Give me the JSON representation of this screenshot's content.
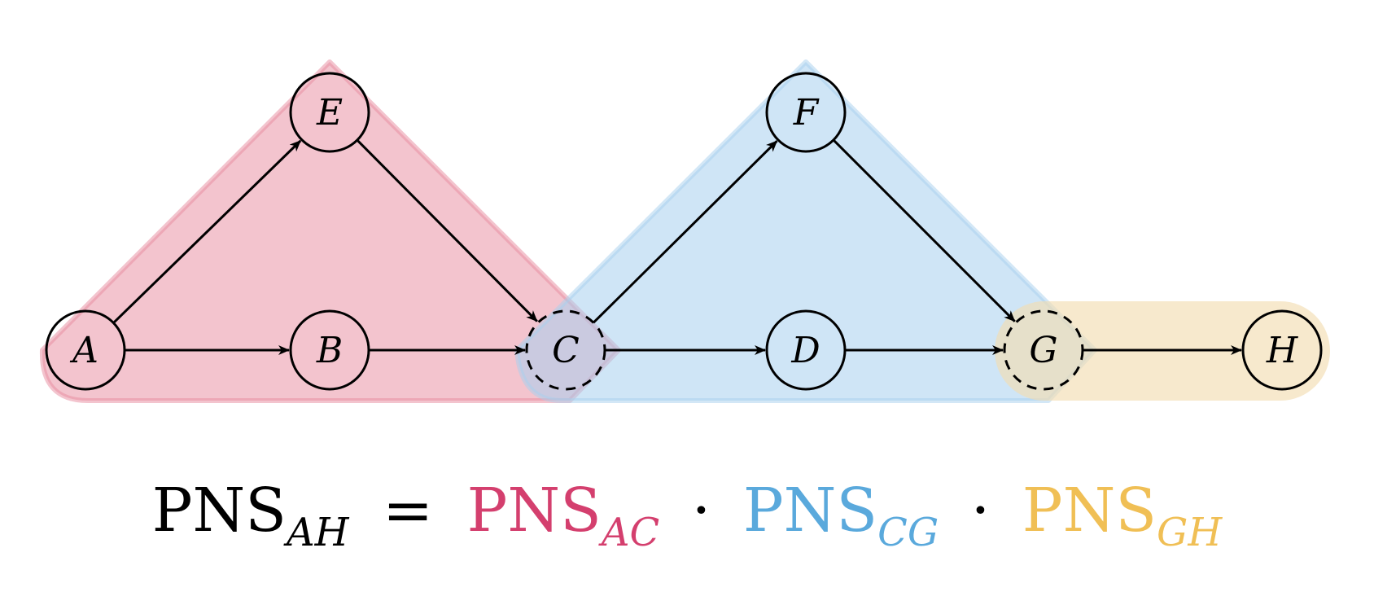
{
  "nodes": [
    {
      "id": "A",
      "label": "A",
      "style": "solid"
    },
    {
      "id": "B",
      "label": "B",
      "style": "solid"
    },
    {
      "id": "C",
      "label": "C",
      "style": "dashed"
    },
    {
      "id": "D",
      "label": "D",
      "style": "solid"
    },
    {
      "id": "E",
      "label": "E",
      "style": "solid"
    },
    {
      "id": "F",
      "label": "F",
      "style": "solid"
    },
    {
      "id": "G",
      "label": "G",
      "style": "dashed"
    },
    {
      "id": "H",
      "label": "H",
      "style": "solid"
    }
  ],
  "edges": [
    {
      "from": "A",
      "to": "E"
    },
    {
      "from": "A",
      "to": "B"
    },
    {
      "from": "E",
      "to": "C"
    },
    {
      "from": "B",
      "to": "C"
    },
    {
      "from": "C",
      "to": "F"
    },
    {
      "from": "C",
      "to": "D"
    },
    {
      "from": "F",
      "to": "G"
    },
    {
      "from": "D",
      "to": "G"
    },
    {
      "from": "G",
      "to": "H"
    }
  ],
  "regions": [
    {
      "id": "AC",
      "color": "#e8899e",
      "nodes": [
        "A",
        "E",
        "C"
      ]
    },
    {
      "id": "CG",
      "color": "#a7d0ee",
      "nodes": [
        "C",
        "F",
        "G"
      ]
    },
    {
      "id": "GH",
      "color": "#f2ddb2",
      "nodes": [
        "G",
        "H"
      ]
    }
  ],
  "colors": {
    "pink": "#d43f6e",
    "blue": "#5aa9dc",
    "gold": "#f0bf55",
    "black": "#000000"
  },
  "formula": {
    "lhs_main": "PNS",
    "lhs_sub": "AH",
    "equals": "=",
    "dot": "·",
    "term1_main": "PNS",
    "term1_sub": "AC",
    "term2_main": "PNS",
    "term2_sub": "CG",
    "term3_main": "PNS",
    "term3_sub": "GH"
  }
}
